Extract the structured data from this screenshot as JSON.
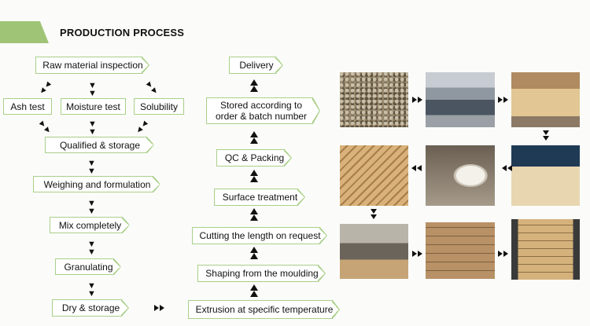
{
  "header": {
    "title": "PRODUCTION PROCESS"
  },
  "left_column": {
    "raw_inspection": "Raw material inspection",
    "tests": [
      "Ash test",
      "Moisture test",
      "Solubility"
    ],
    "steps": [
      "Qualified & storage",
      "Weighing and formulation",
      "Mix completely",
      "Granulating",
      "Dry & storage"
    ]
  },
  "middle_column": {
    "steps_bottom_to_top": [
      "Extrusion at specific temperature",
      "Shaping from the moulding",
      "Cutting the length on request",
      "Surface treatment",
      "QC & Packing",
      "Stored according to order & batch number",
      "Delivery"
    ]
  },
  "photos": [
    {
      "name": "raw-granules-photo",
      "color": "#9a8a6e"
    },
    {
      "name": "extrusion-machine-photo",
      "color": "#5d6a78"
    },
    {
      "name": "moulding-output-photo",
      "color": "#c9a66a"
    },
    {
      "name": "profile-sticks-photo",
      "color": "#c89e60"
    },
    {
      "name": "film-roll-machine-photo",
      "color": "#8a7f72"
    },
    {
      "name": "surface-coating-photo",
      "color": "#6f8c6a"
    },
    {
      "name": "warehouse-stock-photo",
      "color": "#6b645a"
    },
    {
      "name": "cartons-stack-photo",
      "color": "#a9825a"
    },
    {
      "name": "container-loading-photo",
      "color": "#8c7a5f"
    }
  ]
}
